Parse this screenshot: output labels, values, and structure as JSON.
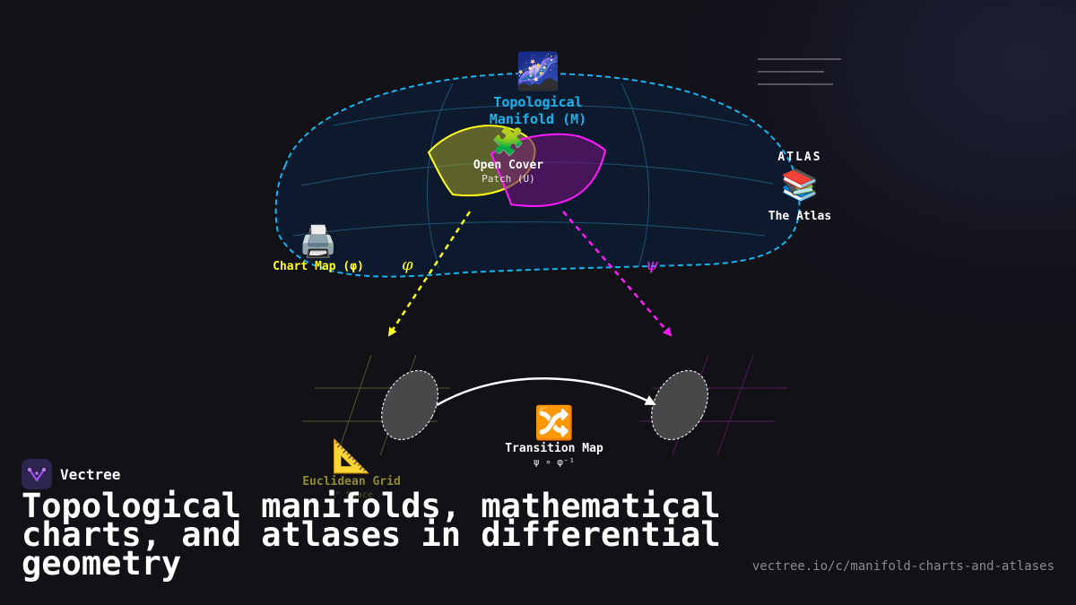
{
  "manifold": {
    "emoji": "🌌",
    "title_line1": "Topological",
    "title_line2": "Manifold (M)"
  },
  "open_cover": {
    "emoji": "🧩",
    "title": "Open Cover",
    "subtitle": "Patch (U)"
  },
  "chart_map": {
    "emoji": "🖨️",
    "label": "Chart Map (φ)",
    "symbol": "φ"
  },
  "psi_symbol": "ψ",
  "atlas": {
    "heading": "ATLAS",
    "emoji": "📚",
    "label": "The Atlas"
  },
  "euclidean_grid": {
    "emoji": "📐",
    "label": "Euclidean Grid",
    "subtitle": "Rⁿ Space"
  },
  "transition_map": {
    "emoji": "🔀",
    "label": "Transition Map",
    "formula": "ψ ∘ φ⁻¹"
  },
  "brand": {
    "name": "Vectree"
  },
  "headline": "Topological manifolds, mathematical charts, and atlases in differential geometry",
  "url": "vectree.io/c/manifold-charts-and-atlases",
  "colors": {
    "manifold": "#16b4f0",
    "chart": "#ffff1a",
    "psi": "#ff1aff",
    "background": "#111116"
  }
}
